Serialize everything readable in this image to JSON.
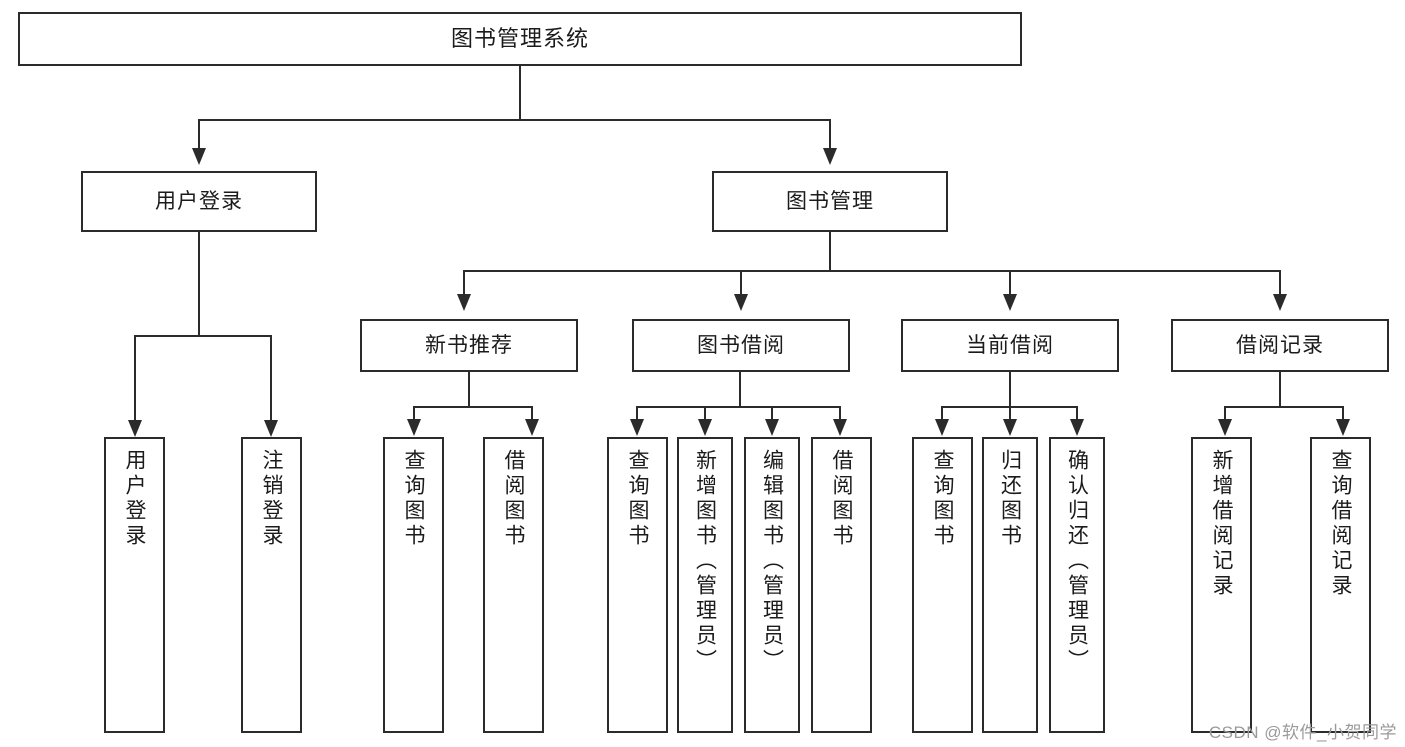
{
  "diagram": {
    "title": "图书管理系统",
    "type": "tree-hierarchy",
    "root": {
      "label": "图书管理系统"
    },
    "level2": [
      {
        "label": "用户登录"
      },
      {
        "label": "图书管理"
      }
    ],
    "level3": [
      {
        "label": "新书推荐"
      },
      {
        "label": "图书借阅"
      },
      {
        "label": "当前借阅"
      },
      {
        "label": "借阅记录"
      }
    ],
    "leaves": {
      "user_login": [
        {
          "label": "用户登录"
        },
        {
          "label": "注销登录"
        }
      ],
      "new_book_recommend": [
        {
          "label": "查询图书"
        },
        {
          "label": "借阅图书"
        }
      ],
      "book_borrow": [
        {
          "label": "查询图书"
        },
        {
          "label": "新增图书（管理员）"
        },
        {
          "label": "编辑图书（管理员）"
        },
        {
          "label": "借阅图书"
        }
      ],
      "current_borrow": [
        {
          "label": "查询图书"
        },
        {
          "label": "归还图书"
        },
        {
          "label": "确认归还（管理员）"
        }
      ],
      "borrow_record": [
        {
          "label": "新增借阅记录"
        },
        {
          "label": "查询借阅记录"
        }
      ]
    }
  },
  "watermark": {
    "text": "CSDN @软件_小贺同学"
  },
  "colors": {
    "stroke": "#2b2b2b",
    "background": "#ffffff",
    "text": "#1b1b1b",
    "watermark": "#9a9a9a"
  }
}
